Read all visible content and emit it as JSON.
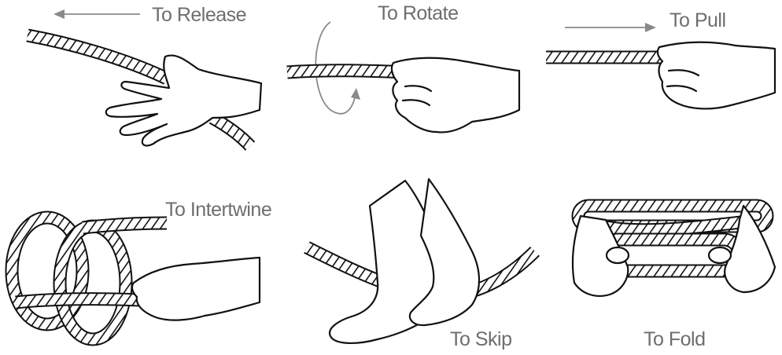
{
  "labels": {
    "release": "To Release",
    "rotate": "To Rotate",
    "pull": "To Pull",
    "intertwine": "To Intertwine",
    "skip": "To Skip",
    "fold": "To Fold"
  },
  "colors": {
    "label_text": "#6e6e6e",
    "arrow": "#8a8a8a",
    "ink": "#111111",
    "background": "#ffffff"
  },
  "icons": {
    "release_arrow": "arrow-left-icon",
    "rotate_arrow": "circular-arrow-icon",
    "pull_arrow": "arrow-right-icon"
  }
}
